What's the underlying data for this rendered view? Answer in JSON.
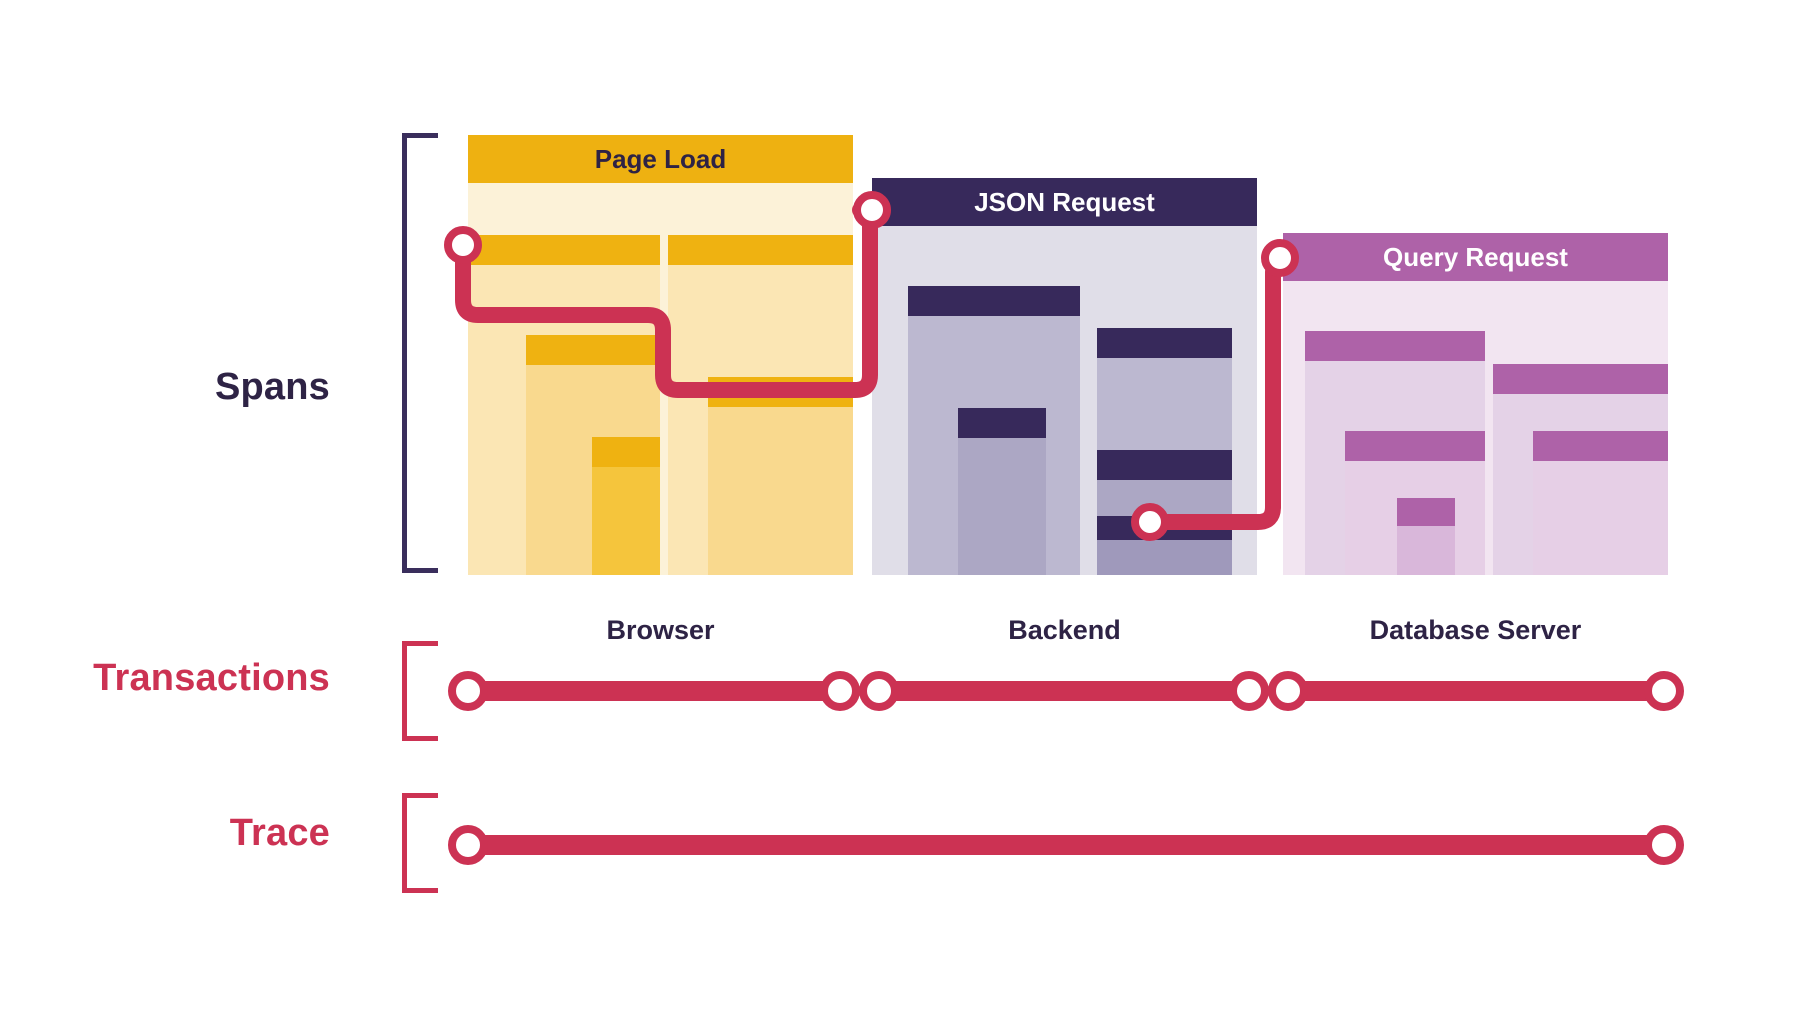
{
  "diagram": {
    "title_rows": {
      "spans": "Spans",
      "transactions": "Transactions",
      "trace": "Trace"
    },
    "colors": {
      "ink": "#2E2345",
      "bracket_dark": "#3A2E5C",
      "accent_red": "#CC3253",
      "browser_header": "#EEB111",
      "browser_cap": "#EFB211",
      "browser_body_1": "#FCF2D8",
      "browser_body_2": "#FBE6B4",
      "browser_body_3": "#F9D98E",
      "browser_body_4": "#F5C53C",
      "backend_header": "#37295B",
      "backend_cap": "#37295B",
      "backend_body_1": "#E0DEE8",
      "backend_body_2": "#BCB8D0",
      "backend_body_3": "#ACA7C4",
      "db_header": "#AE62A8",
      "db_cap": "#AE62A8",
      "db_body_1": "#F2E5F1",
      "db_body_2": "#E4D2E7",
      "db_body_3": "#E6CFE6"
    },
    "services": [
      {
        "id": "browser",
        "header_label": "Page Load",
        "caption": "Browser",
        "spans": [
          {
            "name": "page-load-root"
          },
          {
            "name": "browser-child-a"
          },
          {
            "name": "browser-child-b"
          },
          {
            "name": "browser-grandchild-a"
          },
          {
            "name": "browser-grandchild-b"
          },
          {
            "name": "browser-leaf-a"
          },
          {
            "name": "browser-leaf-b"
          }
        ]
      },
      {
        "id": "backend",
        "header_label": "JSON Request",
        "caption": "Backend",
        "spans": [
          {
            "name": "json-request-root"
          },
          {
            "name": "backend-child-a"
          },
          {
            "name": "backend-child-b"
          },
          {
            "name": "backend-grandchild-a"
          },
          {
            "name": "backend-grandchild-b"
          },
          {
            "name": "backend-leaf"
          }
        ]
      },
      {
        "id": "database",
        "header_label": "Query Request",
        "caption": "Database Server",
        "spans": [
          {
            "name": "query-request-root"
          },
          {
            "name": "db-child-a"
          },
          {
            "name": "db-child-b"
          },
          {
            "name": "db-grandchild-a"
          },
          {
            "name": "db-grandchild-b"
          },
          {
            "name": "db-leaf"
          }
        ]
      }
    ],
    "transaction_segments": [
      {
        "name": "transaction-browser"
      },
      {
        "name": "transaction-backend"
      },
      {
        "name": "transaction-database"
      }
    ],
    "trace_segment": {
      "name": "trace-full-span"
    }
  }
}
